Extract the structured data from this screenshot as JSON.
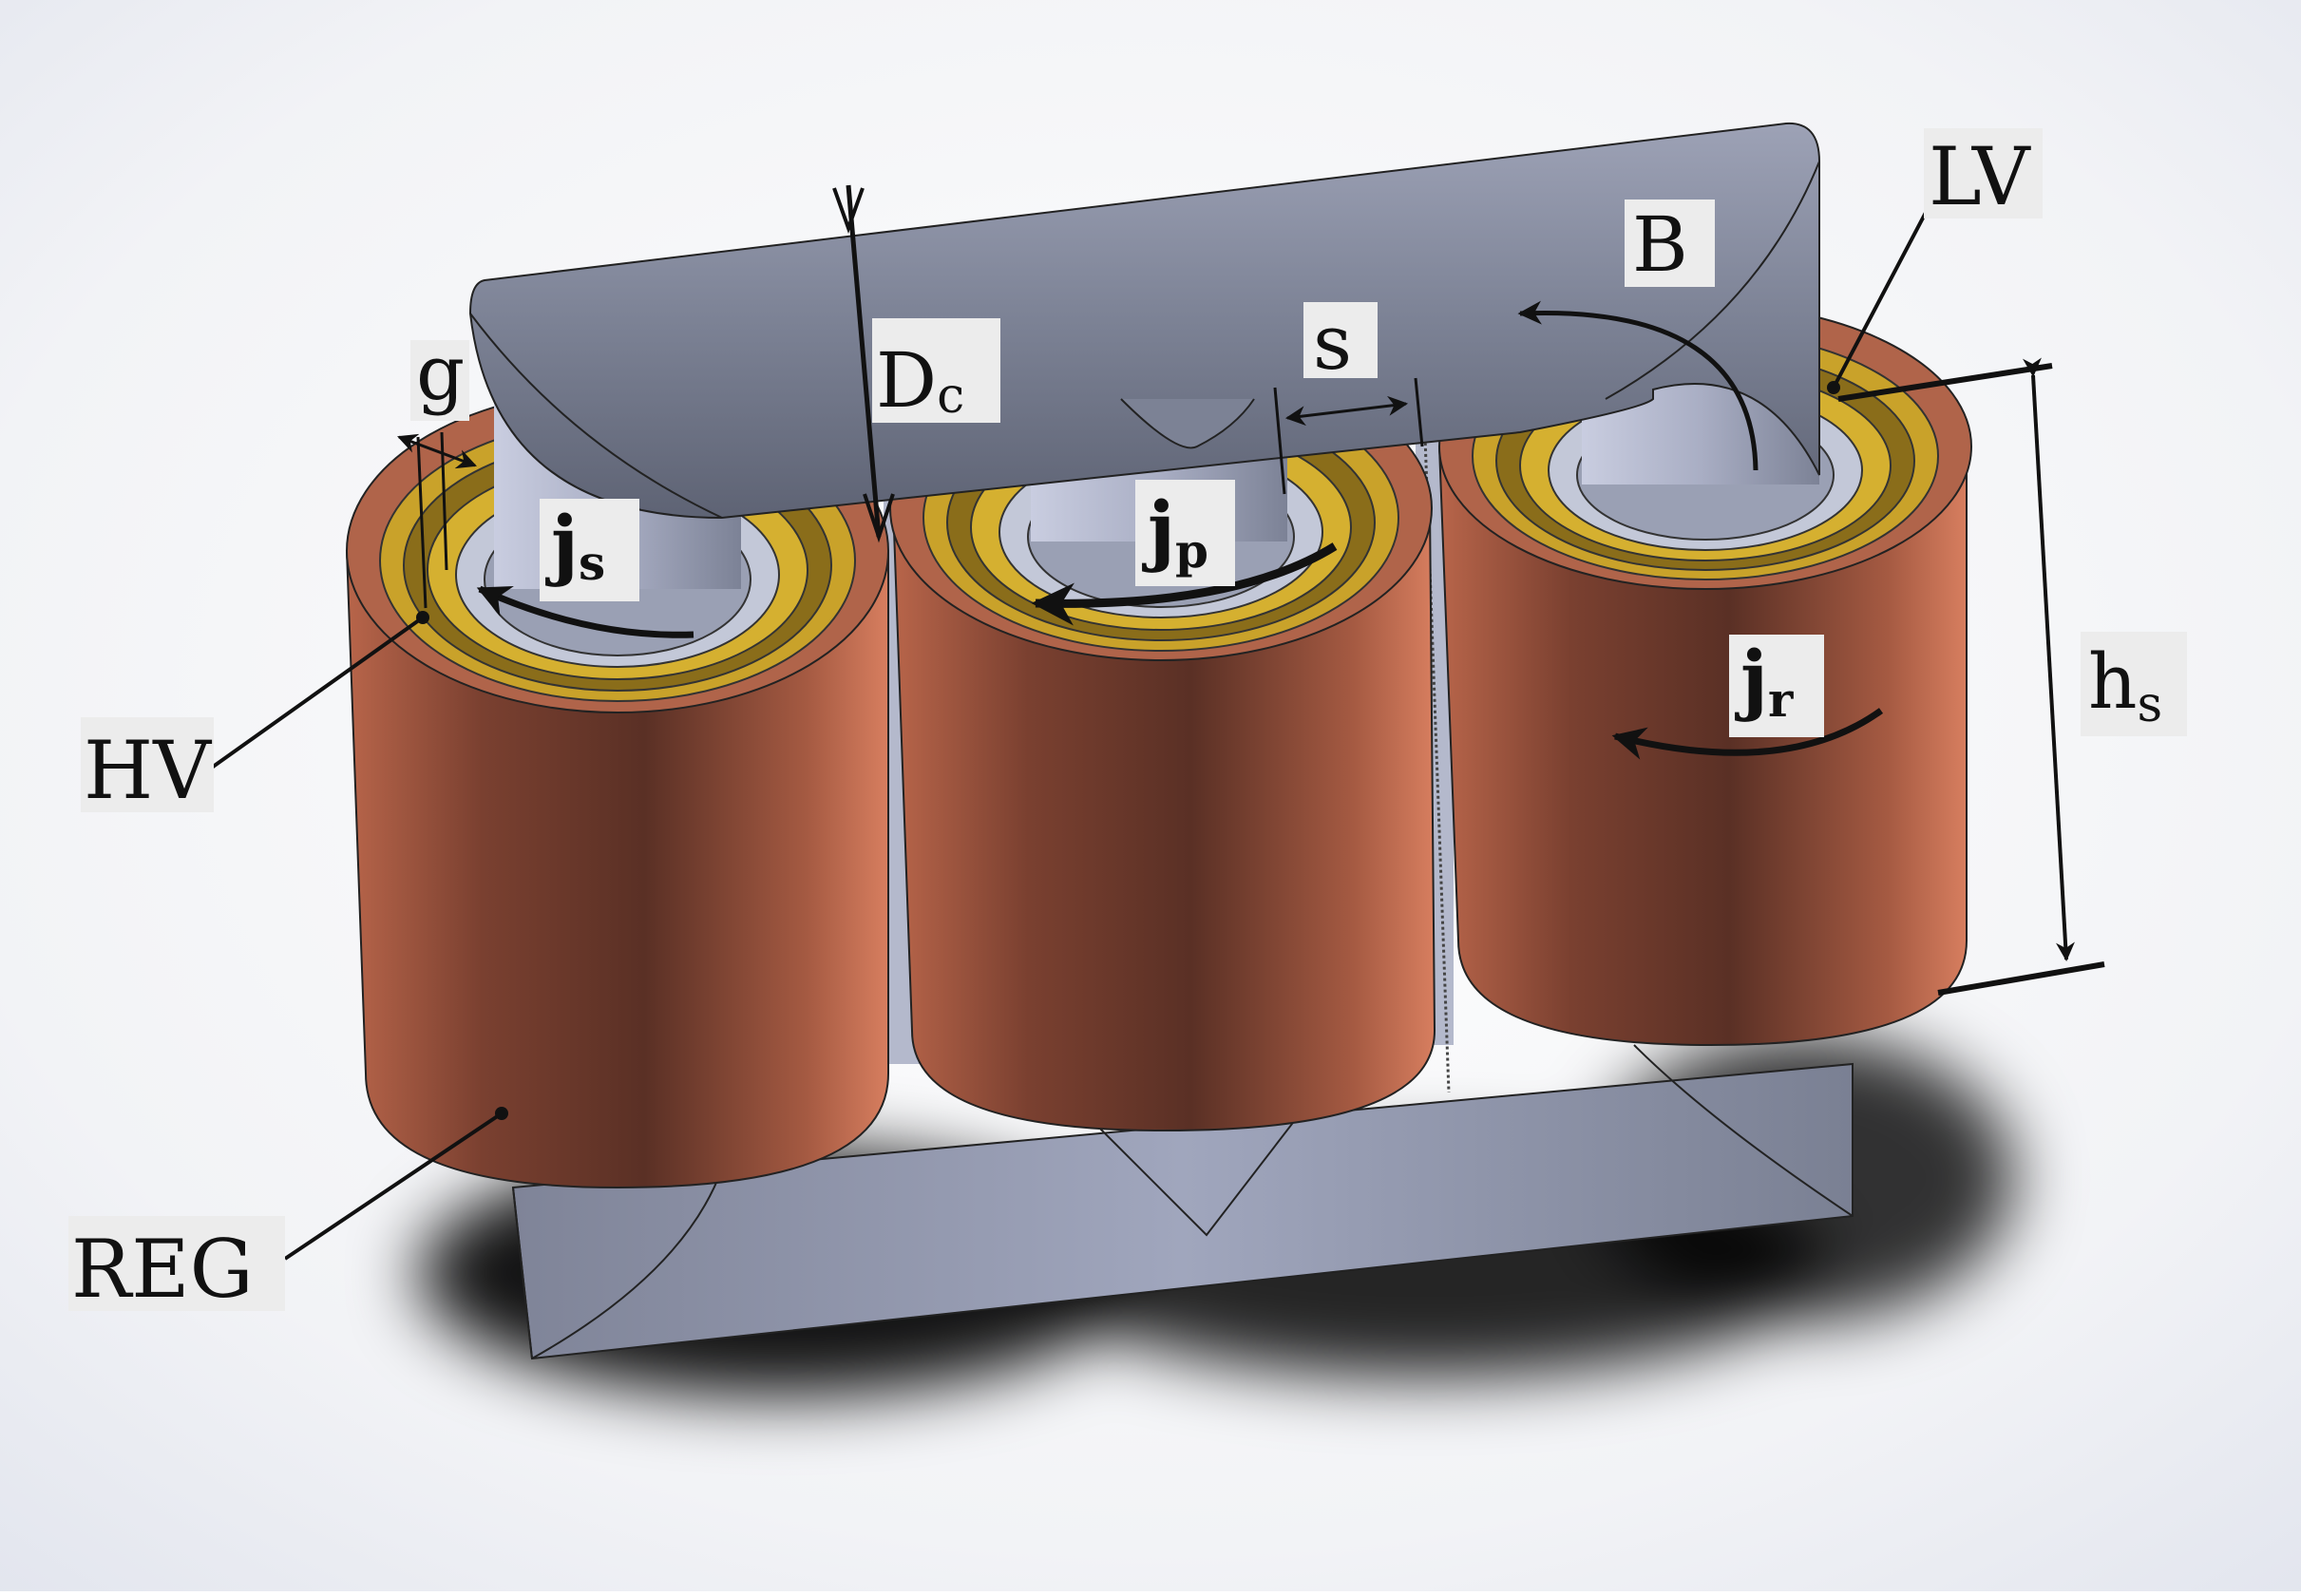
{
  "labels": {
    "lv": "LV",
    "hv": "HV",
    "reg": "REG",
    "g": "g",
    "b": "B",
    "s": "s",
    "dc_main": "D",
    "dc_sub": "c",
    "js_main": "j",
    "js_sub": "s",
    "jp_main": "j",
    "jp_sub": "p",
    "jr_main": "j",
    "jr_sub": "r",
    "hs_main": "h",
    "hs_sub": "s"
  },
  "colors": {
    "core": "#8e93a5",
    "copper": "#a85a42",
    "insulation_yellow": "#c9a22a",
    "inner_winding": "#c3c8d8",
    "label_bg": "#ececec",
    "annotation": "#111111"
  }
}
